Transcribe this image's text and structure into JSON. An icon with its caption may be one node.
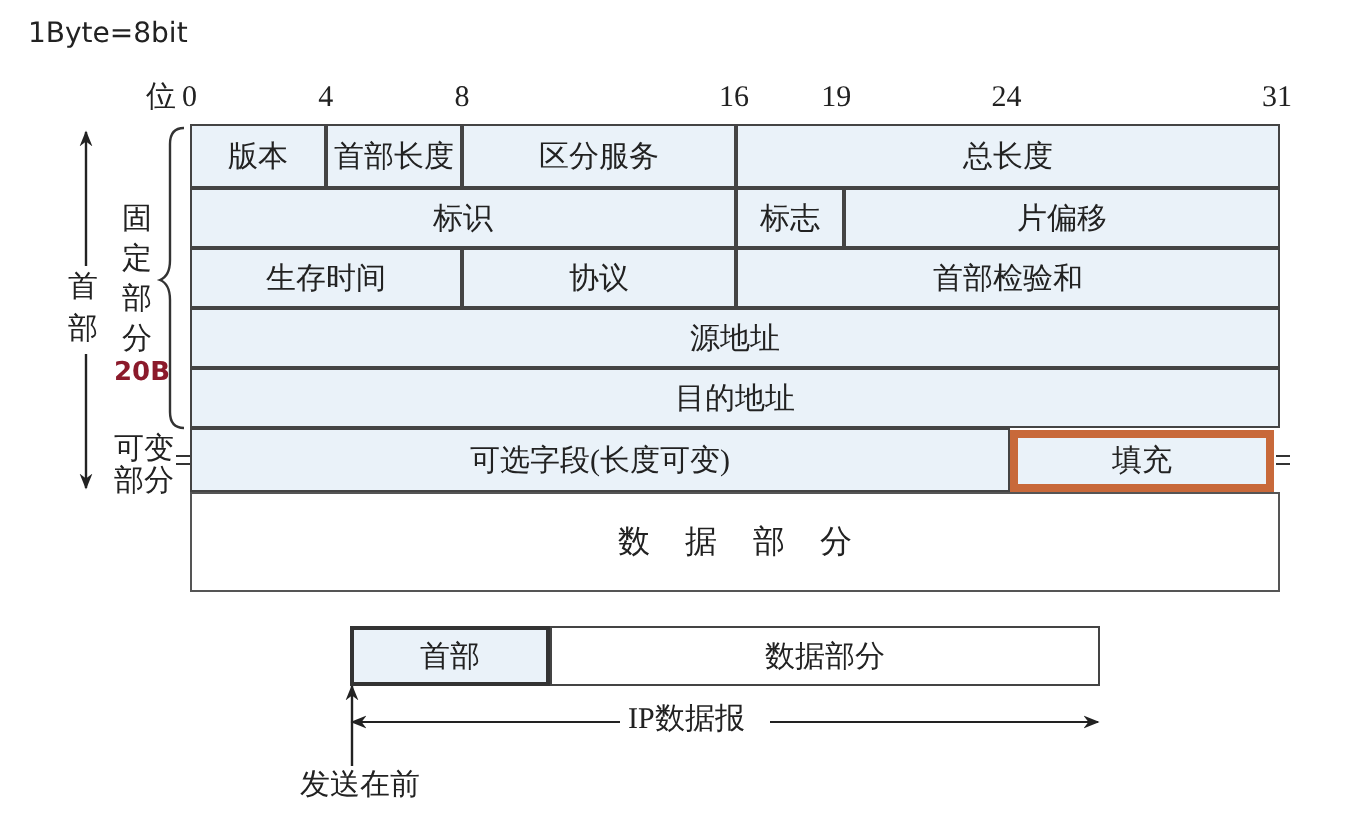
{
  "diagram": {
    "nodes": [
      {
        "text": [
          "版本"
        ]
      },
      {
        "text": [
          "首部长度"
        ]
      },
      {
        "text": [
          "区分服务"
        ]
      },
      {
        "text": [
          "总长度"
        ]
      },
      {
        "text": [
          "标识"
        ]
      },
      {
        "text": [
          "标志"
        ]
      },
      {
        "text": [
          "片偏移"
        ]
      },
      {
        "text": [
          "生存时间"
        ]
      },
      {
        "text": [
          "协议"
        ]
      },
      {
        "text": [
          "首部检验和"
        ]
      },
      {
        "text": [
          "源地址"
        ]
      },
      {
        "text": [
          "目的地址"
        ]
      },
      {
        "text": [
          "可选字段(长度可变)"
        ]
      },
      {
        "text": [
          "填充"
        ]
      },
      {
        "text": [
          "数据部分"
        ]
      },
      {
        "text": [
          "首部"
        ]
      },
      {
        "text": [
          "数据部分"
        ]
      },
      {
        "text": [
          "发送在前"
        ]
      }
    ],
    "edges": [
      {
        "from": 17,
        "to": 15,
        "arrow": "to"
      }
    ],
    "labels": [
      "1Byte=8bit",
      "位",
      "0",
      "4",
      "8",
      "16",
      "19",
      "24",
      "31",
      "首部",
      "固定部分",
      "20B",
      "可变部分",
      "IP数据报"
    ]
  }
}
